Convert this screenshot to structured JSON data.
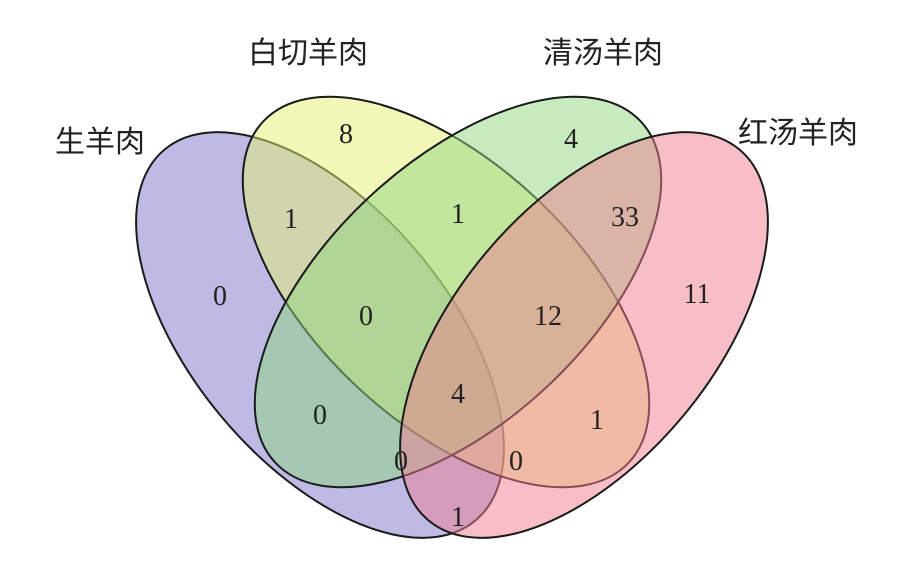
{
  "sets": [
    {
      "label": "生羊肉",
      "color": "#7b78c9"
    },
    {
      "label": "白切羊肉",
      "color": "#e6ef72"
    },
    {
      "label": "清汤羊肉",
      "color": "#8fd57f"
    },
    {
      "label": "红汤羊肉",
      "color": "#ef7d92"
    }
  ],
  "regions": {
    "only_raw": "0",
    "only_white_cut": "8",
    "only_clear_soup": "4",
    "only_red_soup": "11",
    "raw_white_cut": "1",
    "white_cut_clear_soup": "1",
    "clear_soup_red_soup": "33",
    "raw_white_cut_clear_soup": "0",
    "white_cut_clear_soup_red_soup": "12",
    "raw_clear_soup": "0",
    "all_four": "4",
    "white_cut_red_soup": "1",
    "raw_white_cut_red_soup": "0",
    "raw_clear_soup_red_soup": "0",
    "raw_red_soup": "1"
  }
}
